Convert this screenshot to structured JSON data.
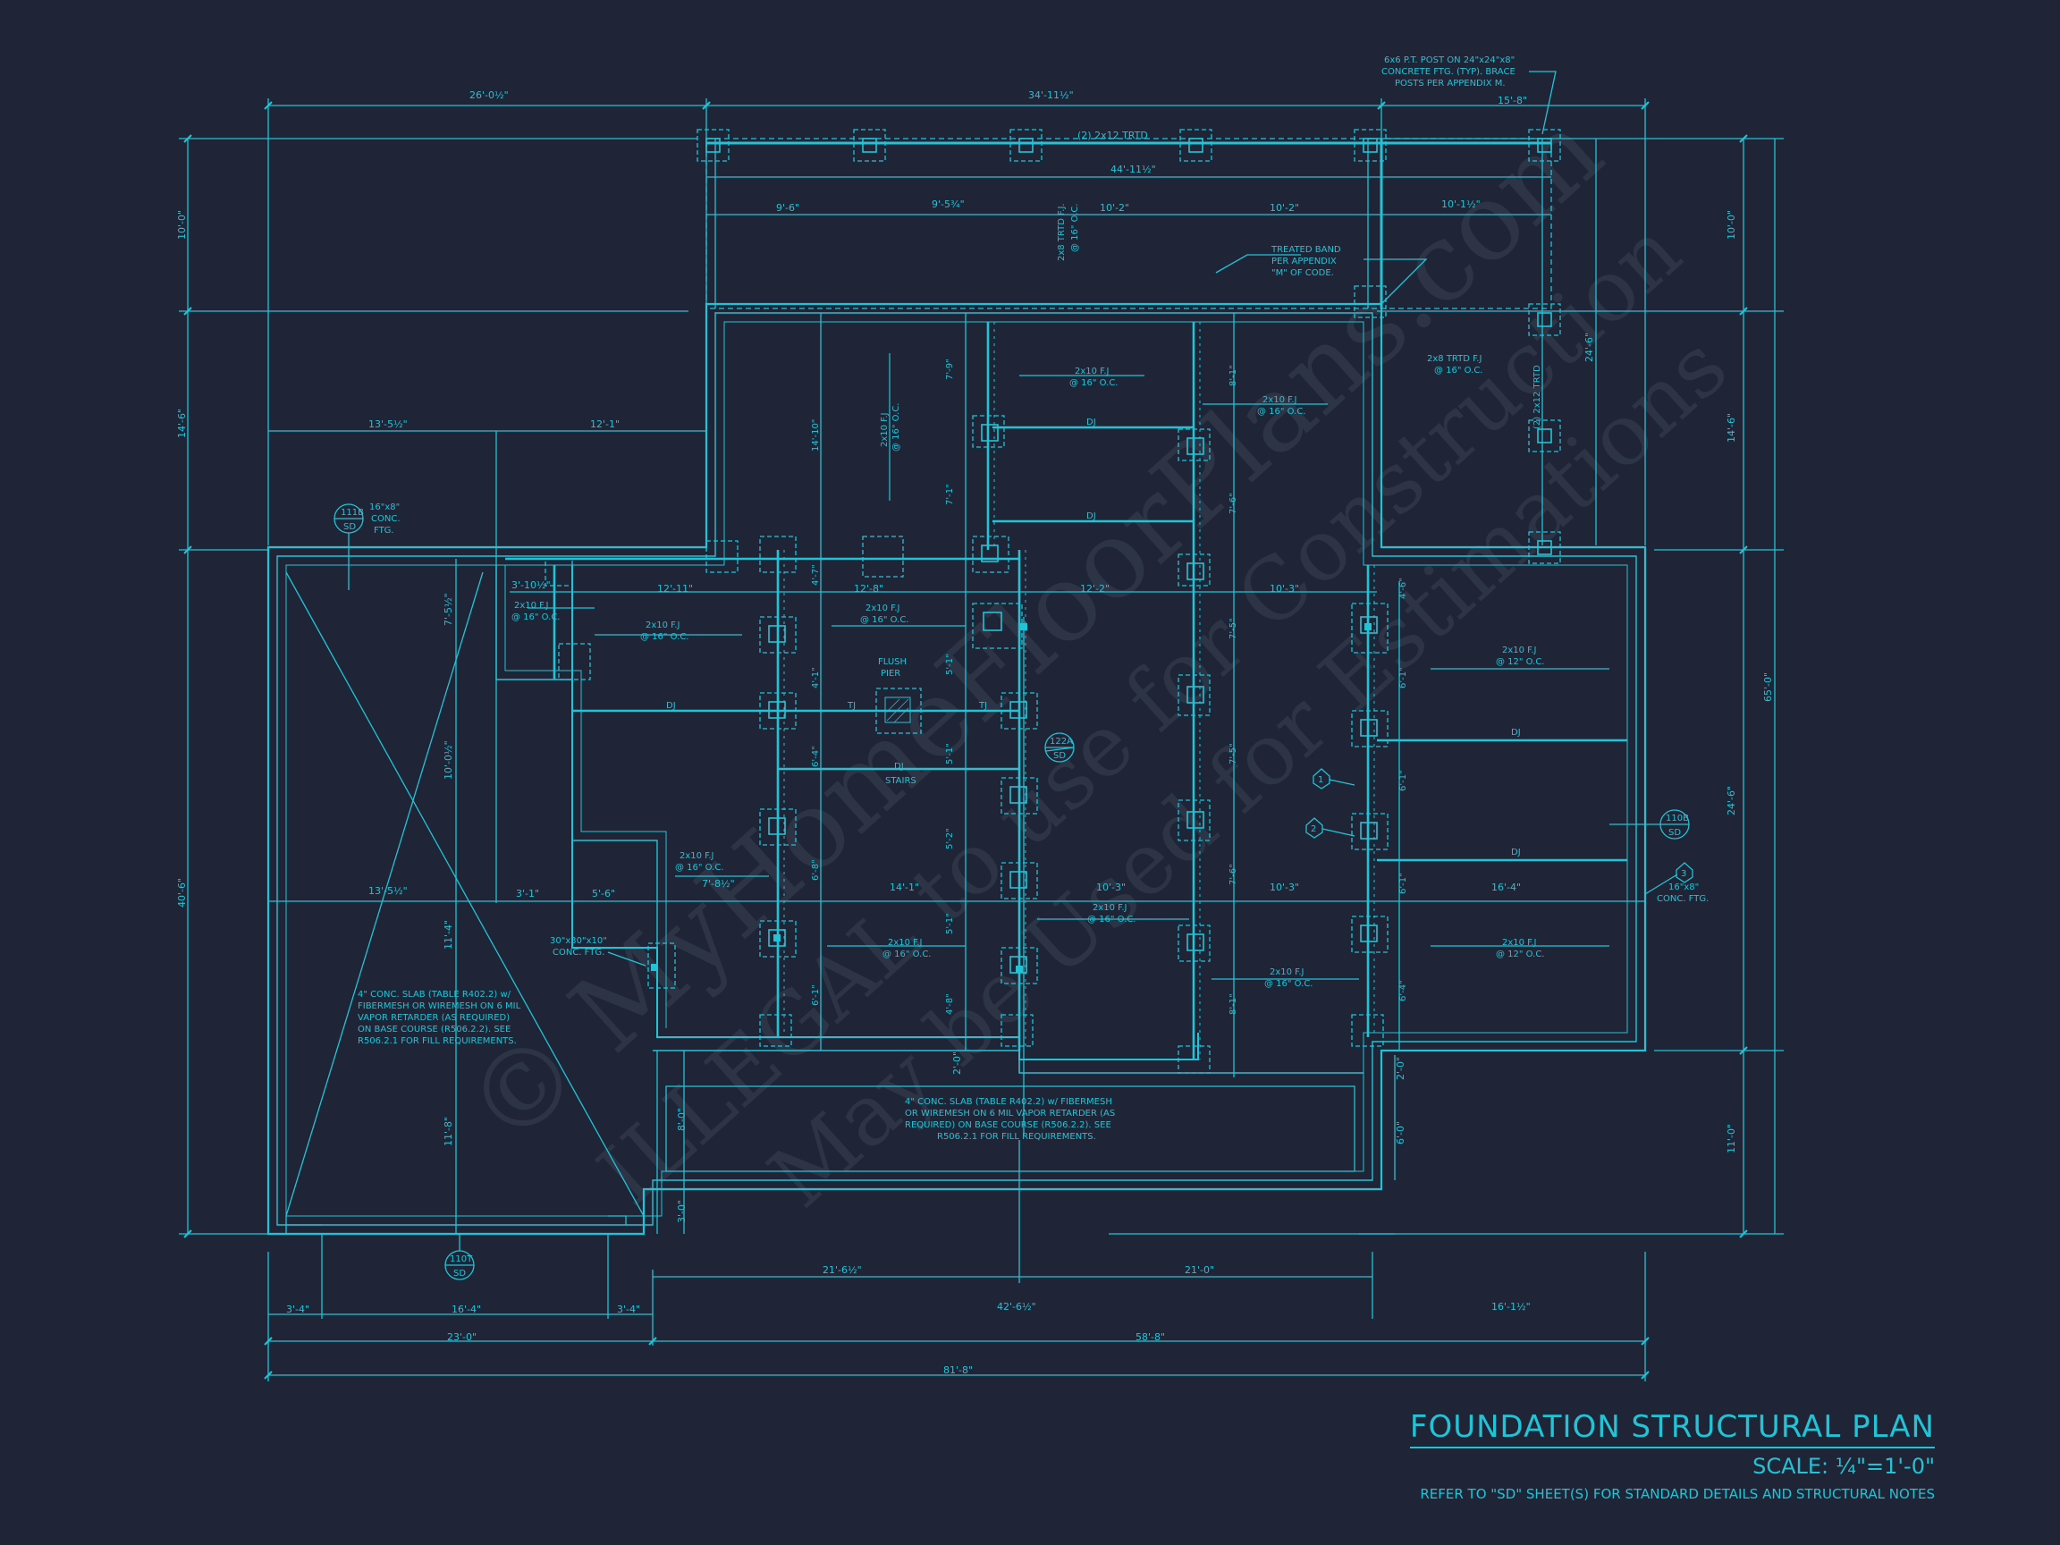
{
  "title": "FOUNDATION STRUCTURAL PLAN",
  "scale": "SCALE: ¼\"=1'-0\"",
  "reference": "REFER TO \"SD\" SHEET(S) FOR STANDARD DETAILS AND STRUCTURAL NOTES",
  "watermark_lines": [
    "© MyHomeFloorPlans.com",
    "ILLEGAL to use for Construction",
    "May be Used for Estimations"
  ],
  "dims": {
    "top_left": "26'-0½\"",
    "top_mid": "34'-11½\"",
    "top_right": "15'-8\"",
    "porch_total": "44'-11½\"",
    "p1": "9'-6\"",
    "p2": "9'-5¾\"",
    "p3": "10'-2\"",
    "p4": "10'-2\"",
    "p5": "10'-1½\"",
    "left_10": "10'-0\"",
    "left_14": "14'-6\"",
    "left_40": "40'-6\"",
    "right_10": "10'-0\"",
    "right_14": "14'-6\"",
    "right_24a": "24'-6\"",
    "right_65": "65'-0\"",
    "right_24b": "24'-6\"",
    "right_11": "11'-0\"",
    "d13a": "13'-5½\"",
    "d12_1": "12'-1\"",
    "d3_10": "3'-10½\"",
    "d12_11": "12'-11\"",
    "d12_8": "12'-8\"",
    "d12_2": "12'-2\"",
    "d10_3a": "10'-3\"",
    "d7_5": "7'-5½\"",
    "d10_0": "10'-0½\"",
    "d13b": "13'-5½\"",
    "d3_1": "3'-1\"",
    "d5_6": "5'-6\"",
    "d7_8": "7'-8½\"",
    "d14_1": "14'-1\"",
    "d10_3b": "10'-3\"",
    "d10_3c": "10'-3\"",
    "d16_4": "16'-4\"",
    "d11_4": "11'-4\"",
    "d11_8": "11'-8\"",
    "d8_0": "8'-0\"",
    "d3_0": "3'-0\"",
    "d2_0a": "2'-0\"",
    "d2_0b": "2'-0\"",
    "d6_0": "6'-0\"",
    "v7_9": "7'-9\"",
    "v14_10": "14'-10\"",
    "v7_1": "7'-1\"",
    "v8_1a": "8'-1\"",
    "v7_6a": "7'-6\"",
    "v4_7": "4'-7\"",
    "v4_1a": "4'-1\"",
    "v5_1a": "5'-1\"",
    "v6_4a": "6'-4\"",
    "v5_1b": "5'-1\"",
    "v5_2": "5'-2\"",
    "v6_8": "6'-8\"",
    "v5_1c": "5'-1\"",
    "v6_1a": "6'-1\"",
    "v4_8a": "4'-8\"",
    "v7_5": "7'-5\"",
    "v7_5b": "7'-5\"",
    "v7_6b": "7'-6\"",
    "v8_1b": "8'-1\"",
    "v4_6": "4'-6\"",
    "v6_1b": "6'-1\"",
    "v6_1c": "6'-1\"",
    "v6_1d": "6'-1\"",
    "v6_4b": "6'-4\"",
    "b3_4a": "3'-4\"",
    "b16_4": "16'-4\"",
    "b3_4b": "3'-4\"",
    "b23": "23'-0\"",
    "b58_8": "58'-8\"",
    "b81_8": "81'-8\"",
    "b21_6": "21'-6½\"",
    "b21_0": "21'-0\"",
    "b42_6": "42'-6½\"",
    "b16_1": "16'-1½\""
  },
  "labels": {
    "post_note": [
      "6x6 P.T. POST ON 24\"x24\"x8\"",
      "CONCRETE FTG. (TYP). BRACE",
      "POSTS PER APPENDIX M."
    ],
    "trtd_top": "(2) 2x12 TRTD",
    "trtd_fj_v": [
      "2x8 TRTD F.J.",
      "@ 16\" O.C."
    ],
    "treated_band": [
      "TREATED BAND",
      "PER APPENDIX",
      "\"M\" OF CODE."
    ],
    "trtd_fj_r": [
      "2x8 TRTD F.J",
      "@ 16\" O.C."
    ],
    "trtd_v2": "(2) 2x12 TRTD",
    "fj_16": "2x10 F.J",
    "oc_16": "@ 16\" O.C.",
    "fj_12": "2x10 F.J",
    "oc_12": "@ 12\" O.C.",
    "dj": "DJ",
    "tj": "TJ",
    "stairs": "STAIRS",
    "flush_pier": [
      "FLUSH",
      "PIER"
    ],
    "ftg16": [
      "16\"x8\"",
      "CONC.",
      "FTG."
    ],
    "ftg16r": [
      "16\"x8\"",
      "CONC. FTG."
    ],
    "ftg30": [
      "30\"x30\"x10\"",
      "CONC. FTG."
    ],
    "tag_111b": "111B",
    "tag_110b": "110B",
    "tag_122a": "122A",
    "tag_110t": "110T",
    "tag_sd": "SD",
    "hex1": "1",
    "hex2": "2",
    "hex3": "3",
    "slab_garage": [
      "4\" CONC. SLAB (TABLE R402.2) w/",
      "FIBERMESH OR WIREMESH ON 6 MIL",
      "VAPOR RETARDER (AS REQUIRED)",
      "ON BASE COURSE (R506.2.2). SEE",
      "R506.2.1 FOR FILL REQUIREMENTS."
    ],
    "slab_porch": [
      "4\" CONC. SLAB (TABLE R402.2) w/ FIBERMESH",
      "OR WIREMESH ON 6 MIL VAPOR RETARDER (AS",
      "REQUIRED) ON BASE COURSE (R506.2.2). SEE",
      "R506.2.1 FOR FILL REQUIREMENTS."
    ]
  }
}
